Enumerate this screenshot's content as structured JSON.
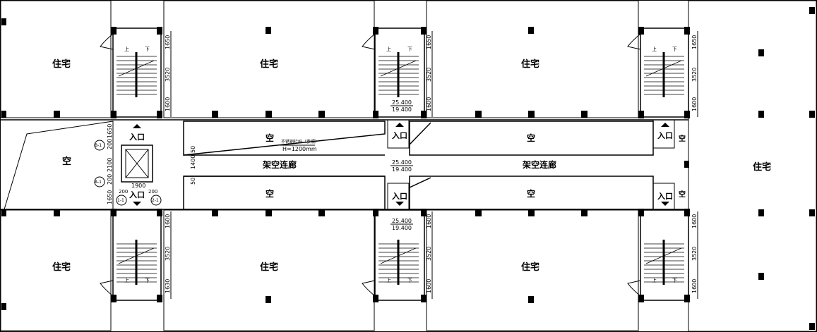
{
  "labels": {
    "residence": "住宅",
    "void": "空",
    "entrance": "入口",
    "corridor": "架空连廊",
    "up": "上",
    "down": "下",
    "railing_note": "不锈钢栏杆（参照）",
    "railing_height": "H=1200mm",
    "corridor_width": "1400",
    "rail_offset": "50",
    "elev_top": "25.400",
    "elev_bot": "19.400",
    "dim_1650": "1650",
    "dim_200": "200",
    "dim_2100": "2100",
    "dim_1900": "1900",
    "dim_1600": "1600",
    "dim_3520": "3520",
    "dim_1630": "1630",
    "axis_B1": "B-1",
    "axis_A1": "A-1",
    "axis_11": "1-1",
    "axis_21": "2-1"
  }
}
